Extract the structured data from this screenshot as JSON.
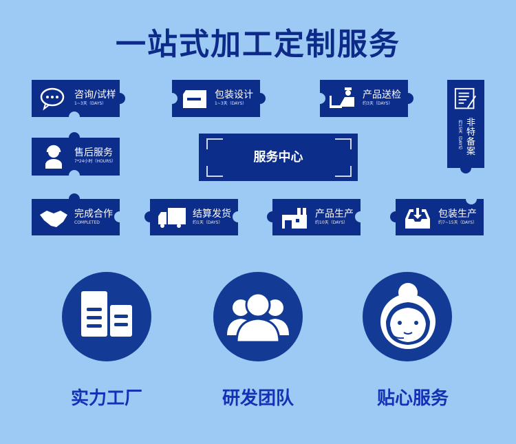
{
  "title": "一站式加工定制服务",
  "steps": [
    {
      "name": "咨询/试样",
      "sub": "1~3天（DAYS）",
      "icon": "chat-bubble-icon"
    },
    {
      "name": "包装设计",
      "sub": "1~3天（DAYS）",
      "icon": "box-icon"
    },
    {
      "name": "产品送检",
      "sub": "约3天（DAYS）",
      "icon": "inspector-icon"
    },
    {
      "name": "非特备案",
      "sub": "约15天（DAYS）",
      "icon": "document-pen-icon"
    },
    {
      "name": "售后服务",
      "sub": "7*24小时（HOURS）",
      "icon": "headset-agent-icon"
    },
    {
      "name": "完成合作",
      "sub": "COMPLETED",
      "icon": "handshake-icon"
    },
    {
      "name": "结算发货",
      "sub": "约1天（DAYS）",
      "icon": "truck-icon"
    },
    {
      "name": "产品生产",
      "sub": "约10天（DAYS）",
      "icon": "factory-icon"
    },
    {
      "name": "包装生产",
      "sub": "约7~15天（DAYS）",
      "icon": "inbox-download-icon"
    }
  ],
  "center": "服务中心",
  "features": [
    {
      "label": "实力工厂",
      "icon": "buildings-icon"
    },
    {
      "label": "研发团队",
      "icon": "team-icon"
    },
    {
      "label": "贴心服务",
      "icon": "customer-service-icon"
    }
  ],
  "colors": {
    "background": "#9dc9f5",
    "card": "#0d2d8a",
    "label": "#1530b5"
  }
}
